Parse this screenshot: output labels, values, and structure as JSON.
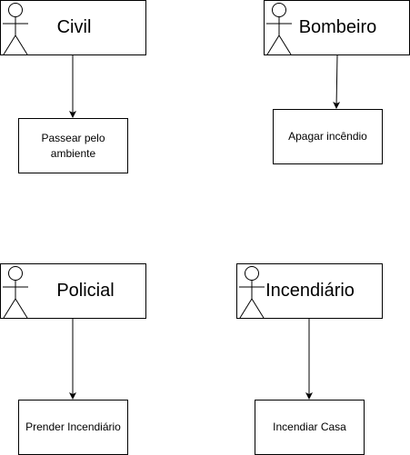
{
  "diagram": {
    "nodes": [
      {
        "id": "civil",
        "type": "actor",
        "label": "Civil",
        "icon": "stick-figure-icon"
      },
      {
        "id": "bombeiro",
        "type": "actor",
        "label": "Bombeiro",
        "icon": "stick-figure-icon"
      },
      {
        "id": "policial",
        "type": "actor",
        "label": "Policial",
        "icon": "stick-figure-icon"
      },
      {
        "id": "incendiario",
        "type": "actor",
        "label": "Incendiário",
        "icon": "stick-figure-icon"
      },
      {
        "id": "passear",
        "type": "task",
        "label": "Passear pelo\nambiente"
      },
      {
        "id": "apagar",
        "type": "task",
        "label": "Apagar incêndio"
      },
      {
        "id": "prender",
        "type": "task",
        "label": "Prender Incendiário"
      },
      {
        "id": "incendiar",
        "type": "task",
        "label": "Incendiar Casa"
      }
    ],
    "edges": [
      {
        "from": "civil",
        "to": "passear"
      },
      {
        "from": "bombeiro",
        "to": "apagar"
      },
      {
        "from": "policial",
        "to": "prender"
      },
      {
        "from": "incendiario",
        "to": "incendiar"
      }
    ],
    "colors": {
      "stroke": "#000000",
      "fill": "#ffffff"
    }
  },
  "labels": {
    "civil": "Civil",
    "bombeiro": "Bombeiro",
    "policial": "Policial",
    "incendiario": "Incendiário",
    "passear": "Passear pelo\nambiente",
    "apagar": "Apagar incêndio",
    "prender": "Prender Incendiário",
    "incendiar": "Incendiar Casa"
  }
}
